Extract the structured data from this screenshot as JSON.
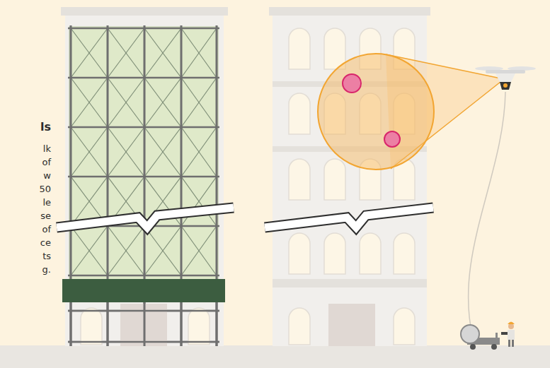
{
  "diagram": {
    "labels": [
      "ls",
      "lk",
      "of",
      "w",
      "50",
      "le",
      "se",
      "of",
      "ce",
      "ts",
      "g."
    ]
  }
}
